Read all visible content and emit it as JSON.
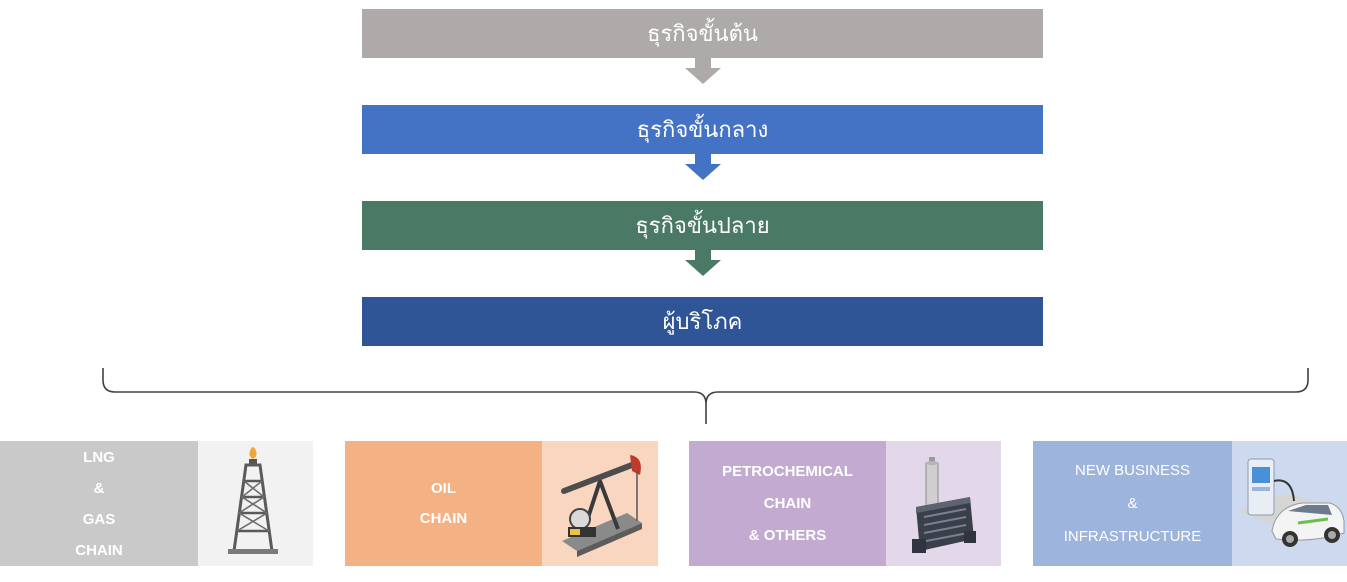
{
  "flow": {
    "stages": [
      {
        "label": "ธุรกิจขั้นต้น",
        "color": "#aeaaaa"
      },
      {
        "label": "ธุรกิจขั้นกลาง",
        "color": "#4472c4"
      },
      {
        "label": "ธุรกิจขั้นปลาย",
        "color": "#4a7a66"
      },
      {
        "label": "ผู้บริโภค",
        "color": "#2f5597"
      }
    ]
  },
  "chains": [
    {
      "lines": [
        "LNG",
        "&",
        "GAS",
        "CHAIN"
      ],
      "icon": "gas-rig-tower-icon",
      "color": "#c9c9c9"
    },
    {
      "lines": [
        "OIL",
        "CHAIN"
      ],
      "icon": "oil-pumpjack-icon",
      "color": "#f4b183"
    },
    {
      "lines": [
        "PETROCHEMICAL",
        "CHAIN",
        "& OTHERS"
      ],
      "icon": "petrochemical-plant-icon",
      "color": "#c3aad0"
    },
    {
      "lines": [
        "NEW BUSINESS",
        "&",
        "INFRASTRUCTURE"
      ],
      "icon": "ev-charging-station-icon",
      "color": "#9db4dc"
    }
  ]
}
